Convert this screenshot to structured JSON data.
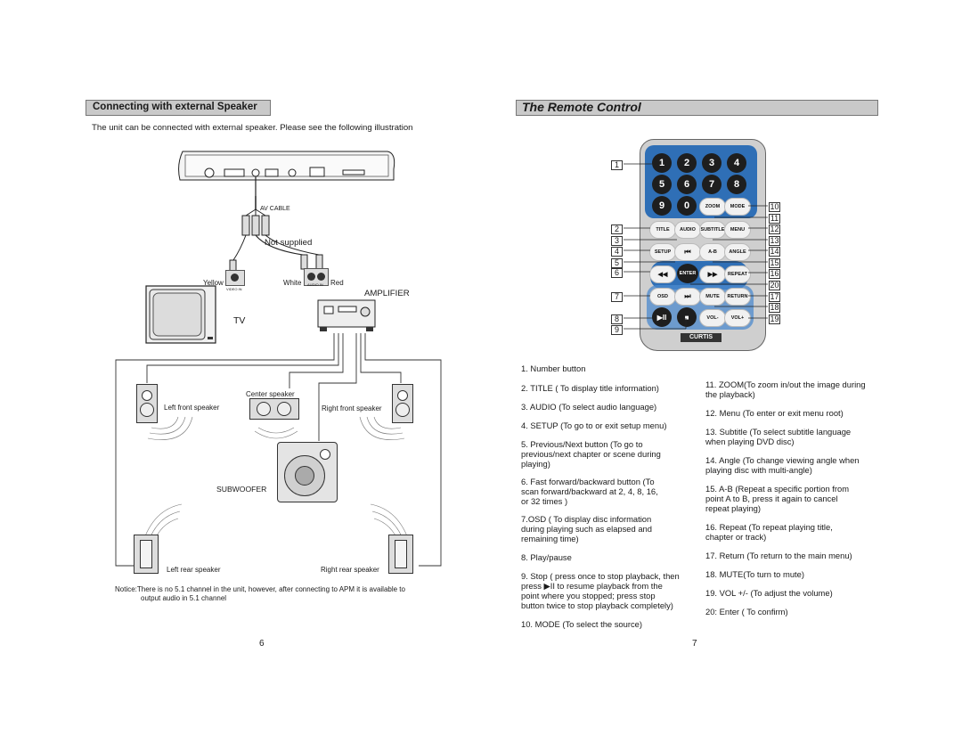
{
  "left": {
    "header": "Connecting with external Speaker",
    "intro": "The unit can be connected with external speaker. Please see the following illustration",
    "labels": {
      "av_cable": "AV CABLE",
      "not_supplied": "Not supplied",
      "yellow": "Yellow",
      "white": "White",
      "red": "Red",
      "video_in": "VIDEO IN",
      "audio_in": "AUDIO IN",
      "amplifier": "AMPLIFIER",
      "tv": "TV",
      "center_speaker": "Center speaker",
      "left_front": "Left front speaker",
      "right_front": "Right front speaker",
      "subwoofer": "SUBWOOFER",
      "left_rear": "Left rear speaker",
      "right_rear": "Right rear speaker"
    },
    "notice_line1": "Notice:There is no 5.1 channel in the unit, however, after connecting to APM it is available to",
    "notice_line2": "output audio in 5.1 channel",
    "page_number": "6"
  },
  "right": {
    "header": "The Remote Control",
    "callouts": [
      "1",
      "2",
      "3",
      "4",
      "5",
      "6",
      "7",
      "8",
      "9",
      "10",
      "11",
      "12",
      "13",
      "14",
      "15",
      "16",
      "17",
      "18",
      "19",
      "20"
    ],
    "buttons": {
      "n1": "1",
      "n2": "2",
      "n3": "3",
      "n4": "4",
      "n5": "5",
      "n6": "6",
      "n7": "7",
      "n8": "8",
      "n9": "9",
      "n0": "0",
      "zoom": "ZOOM",
      "mode": "MODE",
      "title": "TITLE",
      "audio": "AUDIO",
      "subtitle": "SUBTITLE",
      "menu": "MENU",
      "setup": "SETUP",
      "prev": "⏮",
      "ab": "A-B",
      "angle": "ANGLE",
      "rew": "◀◀",
      "enter": "ENTER",
      "ff": "▶▶",
      "repeat": "REPEAT",
      "osd": "OSD",
      "next": "⏭",
      "mute": "MUTE",
      "return": "RETURN",
      "play": "▶II",
      "stop": "■",
      "volminus": "VOL-",
      "volplus": "VOL+"
    },
    "brand": "CURTIS",
    "list_left": [
      [
        "1. Number button"
      ],
      [
        "2. TITLE ( To display title information)"
      ],
      [
        "3. AUDIO (To select audio language)"
      ],
      [
        "4. SETUP (To go to or exit setup menu)"
      ],
      [
        "5. Previous/Next button (To go to",
        "    previous/next chapter or scene during",
        "    playing)"
      ],
      [
        "6. Fast forward/backward button (To",
        "    scan forward/backward at 2, 4, 8, 16,",
        "    or 32 times )"
      ],
      [
        "7.OSD ( To display disc information",
        "   during playing such as elapsed and",
        "   remaining time)"
      ],
      [
        "8. Play/pause"
      ],
      [
        "9. Stop ( press once to stop playback, then",
        "    press  ▶II  to resume playback from the",
        "    point where you stopped; press stop",
        "button twice to stop playback completely)"
      ],
      [
        "10. MODE (To select the source)"
      ]
    ],
    "list_right": [
      [
        "11. ZOOM(To zoom in/out the image during",
        "      the playback)"
      ],
      [
        "12. Menu (To enter or exit menu root)"
      ],
      [
        "13. Subtitle (To select subtitle language",
        "       when playing DVD disc)"
      ],
      [
        "14. Angle (To change viewing angle when",
        "      playing disc with multi-angle)"
      ],
      [
        "15. A-B (Repeat a specific portion from",
        "      point A to B, press it again to cancel",
        "      repeat playing)"
      ],
      [
        "16. Repeat (To repeat playing title,",
        "      chapter or track)"
      ],
      [
        "17. Return (To return to the main menu)"
      ],
      [
        "18. MUTE(To turn to mute)"
      ],
      [
        "19. VOL +/-  (To adjust the volume)"
      ],
      [
        "20: Enter ( To confirm)"
      ]
    ],
    "page_number": "7"
  }
}
